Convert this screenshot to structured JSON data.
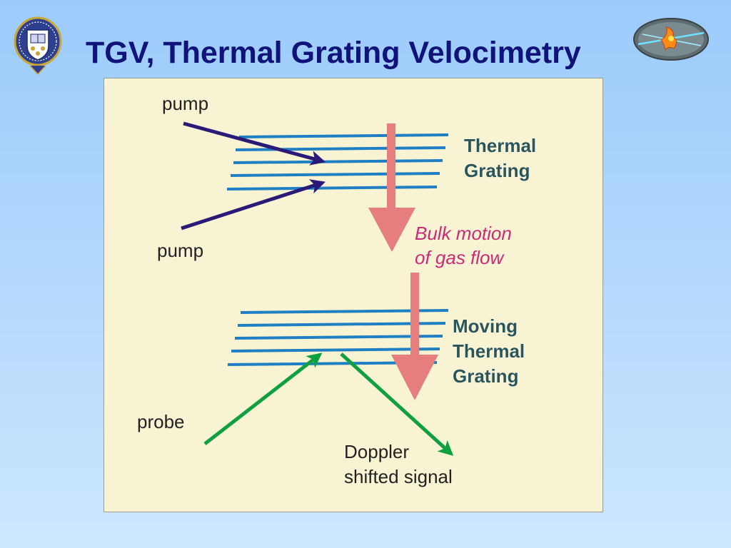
{
  "slide": {
    "title": "TGV, Thermal Grating Velocimetry"
  },
  "logos": {
    "left": "oxford-crest",
    "right": "laser-emblem"
  },
  "colors": {
    "title": "#0f137a",
    "background_top": "#9ccbfb",
    "background_bottom": "#cde7fe",
    "panel": "#f8f3d2",
    "grating_line": "#1e7fc4",
    "pump_arrow": "#2a1a78",
    "probe_arrow": "#10a040",
    "flow_arrow": "#e77e7e",
    "teal_text": "#2b5558",
    "magenta_text": "#cc2a78"
  },
  "diagram": {
    "labels": {
      "pump_top": "pump",
      "pump_bottom": "pump",
      "thermal_grating_1": "Thermal",
      "thermal_grating_2": "Grating",
      "bulk_motion_1": "Bulk motion",
      "bulk_motion_2": "of gas flow",
      "moving_1": "Moving",
      "moving_2": "Thermal",
      "moving_3": "Grating",
      "probe": "probe",
      "doppler_1": "Doppler",
      "doppler_2": "shifted signal"
    }
  }
}
